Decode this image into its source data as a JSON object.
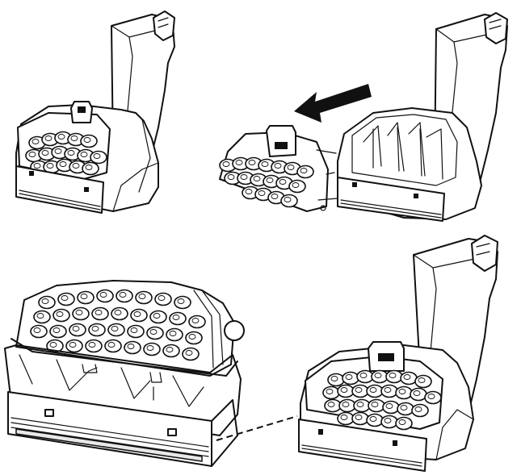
{
  "figure": {
    "panels": [
      {
        "id": "step-1",
        "content": "brush-roll-module-installed-in-nozzle-head"
      },
      {
        "id": "step-2",
        "content": "brush-roll-module-removed-with-arrow"
      },
      {
        "id": "step-3",
        "content": "nozzle-base-closeup"
      },
      {
        "id": "step-4",
        "content": "brush-roll-module-reinstalled"
      }
    ],
    "arrow_direction": "left",
    "line_color": "#111111",
    "background_color": "#ffffff"
  }
}
